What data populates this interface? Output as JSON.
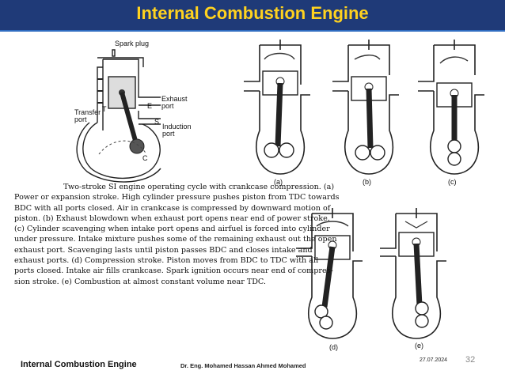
{
  "header": {
    "title": "Internal Combustion Engine"
  },
  "main_figure": {
    "labels": {
      "spark_plug": "Spark plug",
      "transfer_port": "Transfer port",
      "t": "T",
      "e": "E",
      "exhaust_port": "Exhaust port",
      "s": "S",
      "induction_port": "Induction port",
      "c": "C"
    }
  },
  "cycle_figures": {
    "a": "(a)",
    "b": "(b)",
    "c": "(c)",
    "d": "(d)",
    "e": "(e)"
  },
  "caption": {
    "lines": [
      "Two-stroke SI engine operating cycle with crankcase compression. (a)",
      "Power or expansion stroke. High cylinder pressure pushes piston from TDC towards",
      "BDC with all ports closed. Air in crankcase is compressed by downward motion of",
      "piston. (b) Exhaust blowdown when exhaust port opens near end of power stroke.",
      "(c) Cylinder scavenging when intake port opens and airfuel is forced into cylinder",
      "under pressure. Intake mixture pushes some of the remaining exhaust out the open",
      "exhaust port. Scavenging lasts until piston passes BDC and closes intake and",
      "exhaust ports. (d) Compression stroke. Piston moves from BDC to TDC with all",
      "ports closed. Intake air fills crankcase. Spark ignition occurs near end of compres-",
      "sion stroke. (e) Combustion at almost constant volume near TDC."
    ]
  },
  "footer": {
    "left": "Internal Combustion Engine",
    "author": "Dr. Eng. Mohamed Hassan Ahmed Mohamed",
    "date": "27.07.2024",
    "page": "32"
  }
}
